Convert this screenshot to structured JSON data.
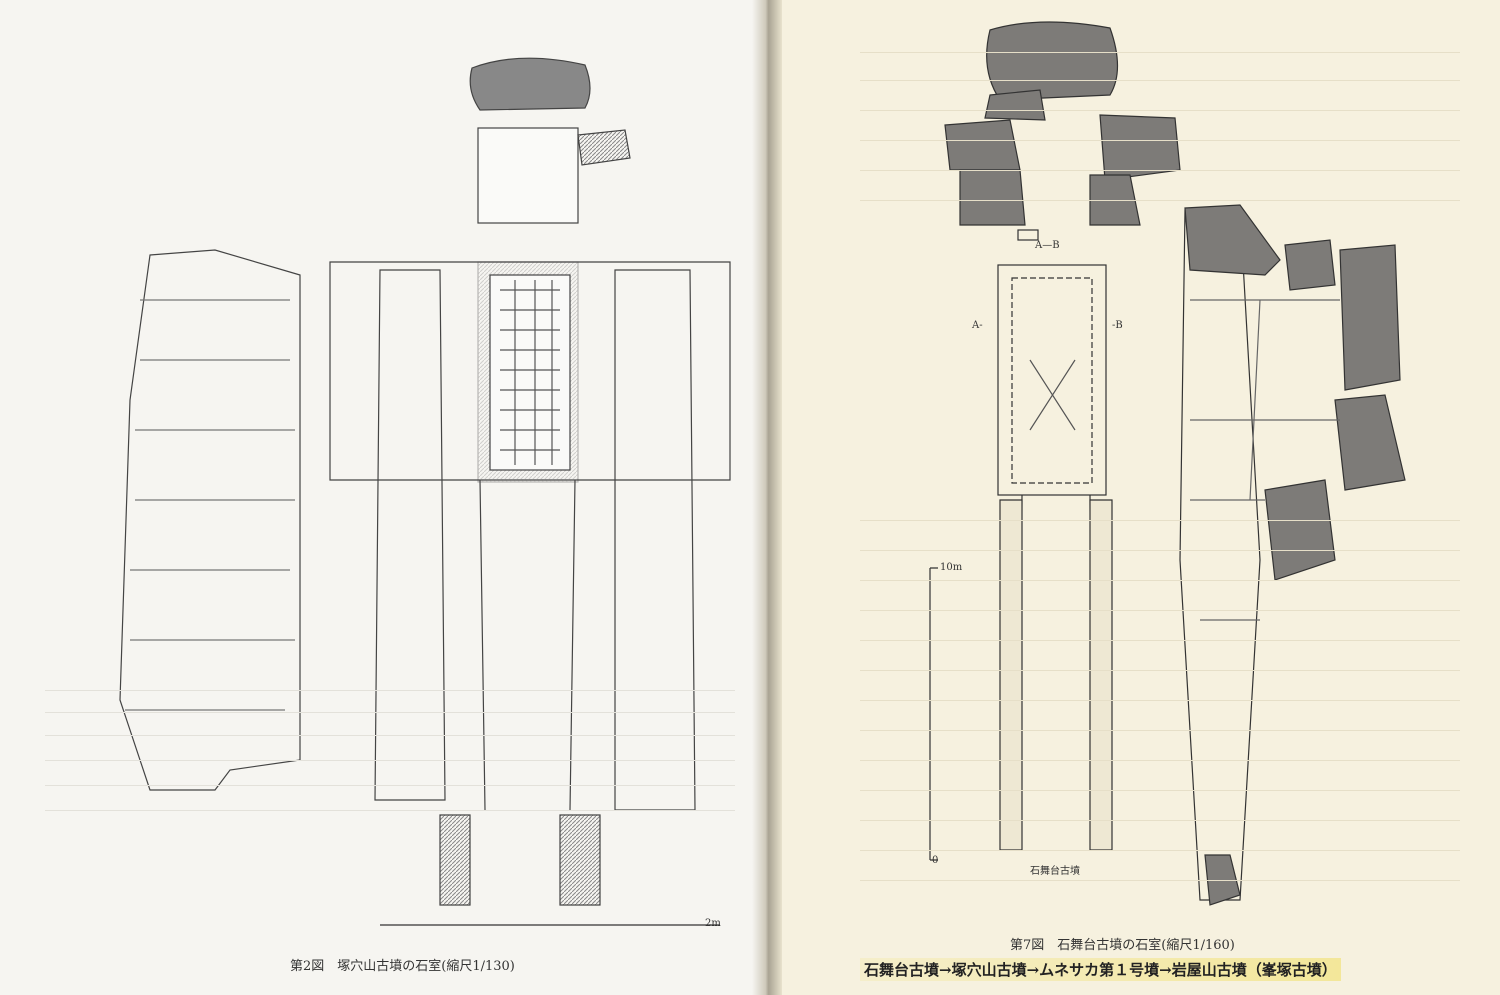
{
  "left_page": {
    "figure_caption": "第2図　塚穴山古墳の石室(縮尺1/130)",
    "scale_label": "2m"
  },
  "right_page": {
    "figure_caption": "第7図　石舞台古墳の石室(縮尺1/160)",
    "section_label_ab": "A—B",
    "section_label_a": "A-",
    "section_label_b": "-B",
    "scale_top": "10m",
    "scale_bottom": "0",
    "site_label": "石舞台古墳",
    "highlighted_sequence": "石舞台古墳→塚穴山古墳→ムネサカ第１号墳→岩屋山古墳（峯塚古墳）",
    "highlight_color": "#f3e79a"
  },
  "colors": {
    "stone_fill": "#7d7b78",
    "hatch": "#9a9894"
  }
}
